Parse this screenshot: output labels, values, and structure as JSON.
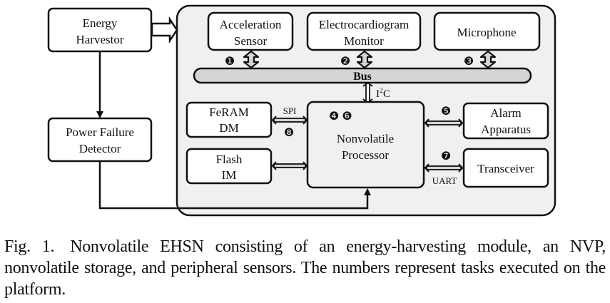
{
  "diagram": {
    "external": {
      "energy_harvester": [
        "Energy",
        "Harvestor"
      ],
      "power_failure_detector": [
        "Power Failure",
        "Detector"
      ]
    },
    "platform": {
      "sensors": [
        {
          "lines": [
            "Acceleration",
            "Sensor"
          ],
          "task": "❶"
        },
        {
          "lines": [
            "Electrocardiogram",
            "Monitor"
          ],
          "task": "❷"
        },
        {
          "lines": [
            "Microphone"
          ],
          "task": "❸"
        }
      ],
      "bus_label": "Bus",
      "i2c_label": "I",
      "i2c_sup": "2",
      "i2c_suffix": "C",
      "processor": {
        "lines": [
          "Nonvolatile",
          "Processor"
        ],
        "tasks": "❹ ❻"
      },
      "memories": [
        {
          "lines": [
            "FeRAM",
            "DM"
          ],
          "link_label": "SPI",
          "task": "❽"
        },
        {
          "lines": [
            "Flash",
            "IM"
          ]
        }
      ],
      "outputs": [
        {
          "lines": [
            "Alarm",
            "Apparatus"
          ],
          "task": "❺"
        },
        {
          "lines": [
            "Transceiver"
          ],
          "task": "❼",
          "link_label": "UART"
        }
      ]
    },
    "colors": {
      "platform_fill": "#f0f0f0",
      "bus_fill": "#d4d4d4",
      "box_fill": "#ffffff",
      "stroke": "#111111"
    }
  },
  "caption": {
    "figno": "Fig. 1.",
    "text": "Nonvolatile EHSN consisting of an energy-harvesting module, an NVP, nonvolatile storage, and peripheral sensors. The numbers represent tasks executed on the platform."
  }
}
